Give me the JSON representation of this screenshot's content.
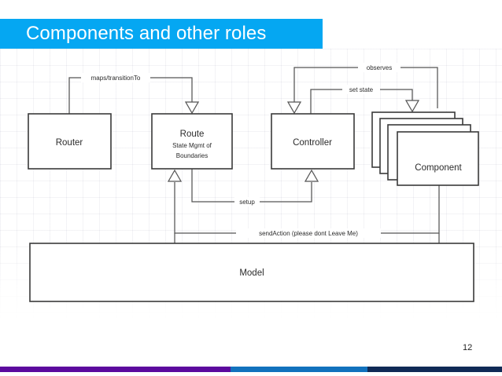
{
  "slide": {
    "title": "Components and other roles",
    "page_number": "12",
    "title_bar_color": "#05a7f2",
    "title_text_color": "#ffffff",
    "background_color": "#ffffff"
  },
  "footer": {
    "segments": [
      {
        "name": "purple",
        "color": "#5c0a9e"
      },
      {
        "name": "blue",
        "color": "#1272bd"
      },
      {
        "name": "navy",
        "color": "#102a56"
      }
    ]
  },
  "diagram": {
    "type": "block-diagram",
    "nodes": [
      {
        "id": "router",
        "label": "Router",
        "sublabel": ""
      },
      {
        "id": "route",
        "label": "Route",
        "sublabel_line1": "State Mgmt of",
        "sublabel_line2": "Boundaries"
      },
      {
        "id": "controller",
        "label": "Controller",
        "sublabel": ""
      },
      {
        "id": "component",
        "label": "Component",
        "sublabel": "",
        "stacked": "4"
      },
      {
        "id": "model",
        "label": "Model",
        "sublabel": ""
      }
    ],
    "edges": [
      {
        "from": "router",
        "to": "route",
        "label": "maps/transitionTo"
      },
      {
        "from": "component",
        "to": "controller",
        "label": "observes"
      },
      {
        "from": "controller",
        "to": "component",
        "label": "set state"
      },
      {
        "from": "route",
        "to": "controller",
        "label": "setup"
      },
      {
        "from": "component",
        "to": "route",
        "label": "sendAction (please dont Leave Me)"
      }
    ]
  }
}
